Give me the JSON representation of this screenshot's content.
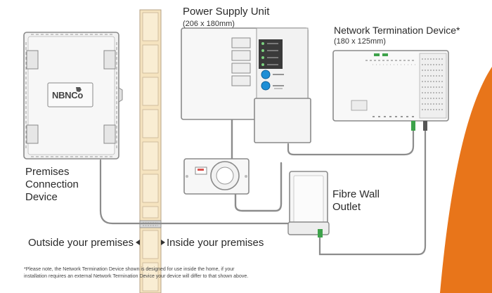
{
  "labels": {
    "psu_title": "Power Supply Unit",
    "psu_size": "(206 x 180mm)",
    "ntd_title": "Network Termination Device*",
    "ntd_size": "(180 x 125mm)",
    "pcd_line1": "Premises",
    "pcd_line2": "Connection",
    "pcd_line3": "Device",
    "fwo_line1": "Fibre Wall",
    "fwo_line2": "Outlet",
    "outside": "Outside your premises",
    "inside": "Inside your premises",
    "brand": "NBNCo",
    "footnote_line1": "*Please note, the Network Termination Device shown is designed for use inside the home, if your",
    "footnote_line2": "installation requires an external Network Termination Device your device will differ to that shown above."
  },
  "colors": {
    "accent": "#e8751a",
    "fibre_green": "#3da24a",
    "led_green": "#7bd27f",
    "button_blue": "#1e8fd6",
    "wall": "#f3dfb8"
  },
  "icons": {
    "brand_logo": "nbn-logo-icon",
    "arrow_left": "triangle-left-icon",
    "arrow_right": "triangle-right-icon"
  }
}
